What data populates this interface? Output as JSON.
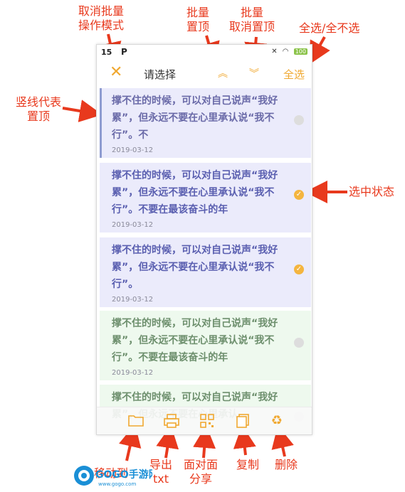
{
  "annotations": {
    "exit_batch": "取消批量\n操作模式",
    "batch_top": "批量\n置顶",
    "batch_untop": "批量\n取消置顶",
    "select_all_note": "全选/全不选",
    "pin_bar_note": "竖线代表\n置顶",
    "selected_note": "选中状态",
    "move_note": "移动到",
    "export_note": "导出\ntxt",
    "share_note": "面对面\n分享",
    "copy_note": "复制",
    "delete_note": "删除"
  },
  "statusbar": {
    "time": "15",
    "app_letter": "P",
    "battery": "100"
  },
  "topbar": {
    "title": "请选择",
    "select_all": "全选"
  },
  "cards": [
    {
      "text": "撑不住的时候，可以对自己说声“我好累”，但永远不要在心里承认说“我不行”。不",
      "date": "2019-03-12",
      "selected": false
    },
    {
      "text": "撑不住的时候，可以对自己说声“我好累”，但永远不要在心里承认说“我不行”。不要在最该奋斗的年",
      "date": "2019-03-12",
      "selected": true
    },
    {
      "text": "撑不住的时候，可以对自己说声“我好累”，但永远不要在心里承认说“我不行”。",
      "date": "2019-03-12",
      "selected": true
    },
    {
      "text": "撑不住的时候，可以对自己说声“我好累”，但永远不要在心里承认说“我不行”。不要在最该奋斗的年",
      "date": "2019-03-12",
      "selected": false
    },
    {
      "text": "撑不住的时候，可以对自己说声“我好累”，但永远不要在心里承认",
      "date": "",
      "selected": false
    }
  ],
  "bottom_icons": [
    "folder-icon",
    "printer-icon",
    "qr-share-icon",
    "copy-icon",
    "recycle-icon"
  ],
  "watermark": {
    "brand": "GOGO手游网",
    "url": "www.gogo.com"
  },
  "colors": {
    "accent": "#f0a830",
    "annotation": "#e8391d",
    "pinned_bg": "#ebebfb",
    "normal_bg": "#eef9ee"
  }
}
